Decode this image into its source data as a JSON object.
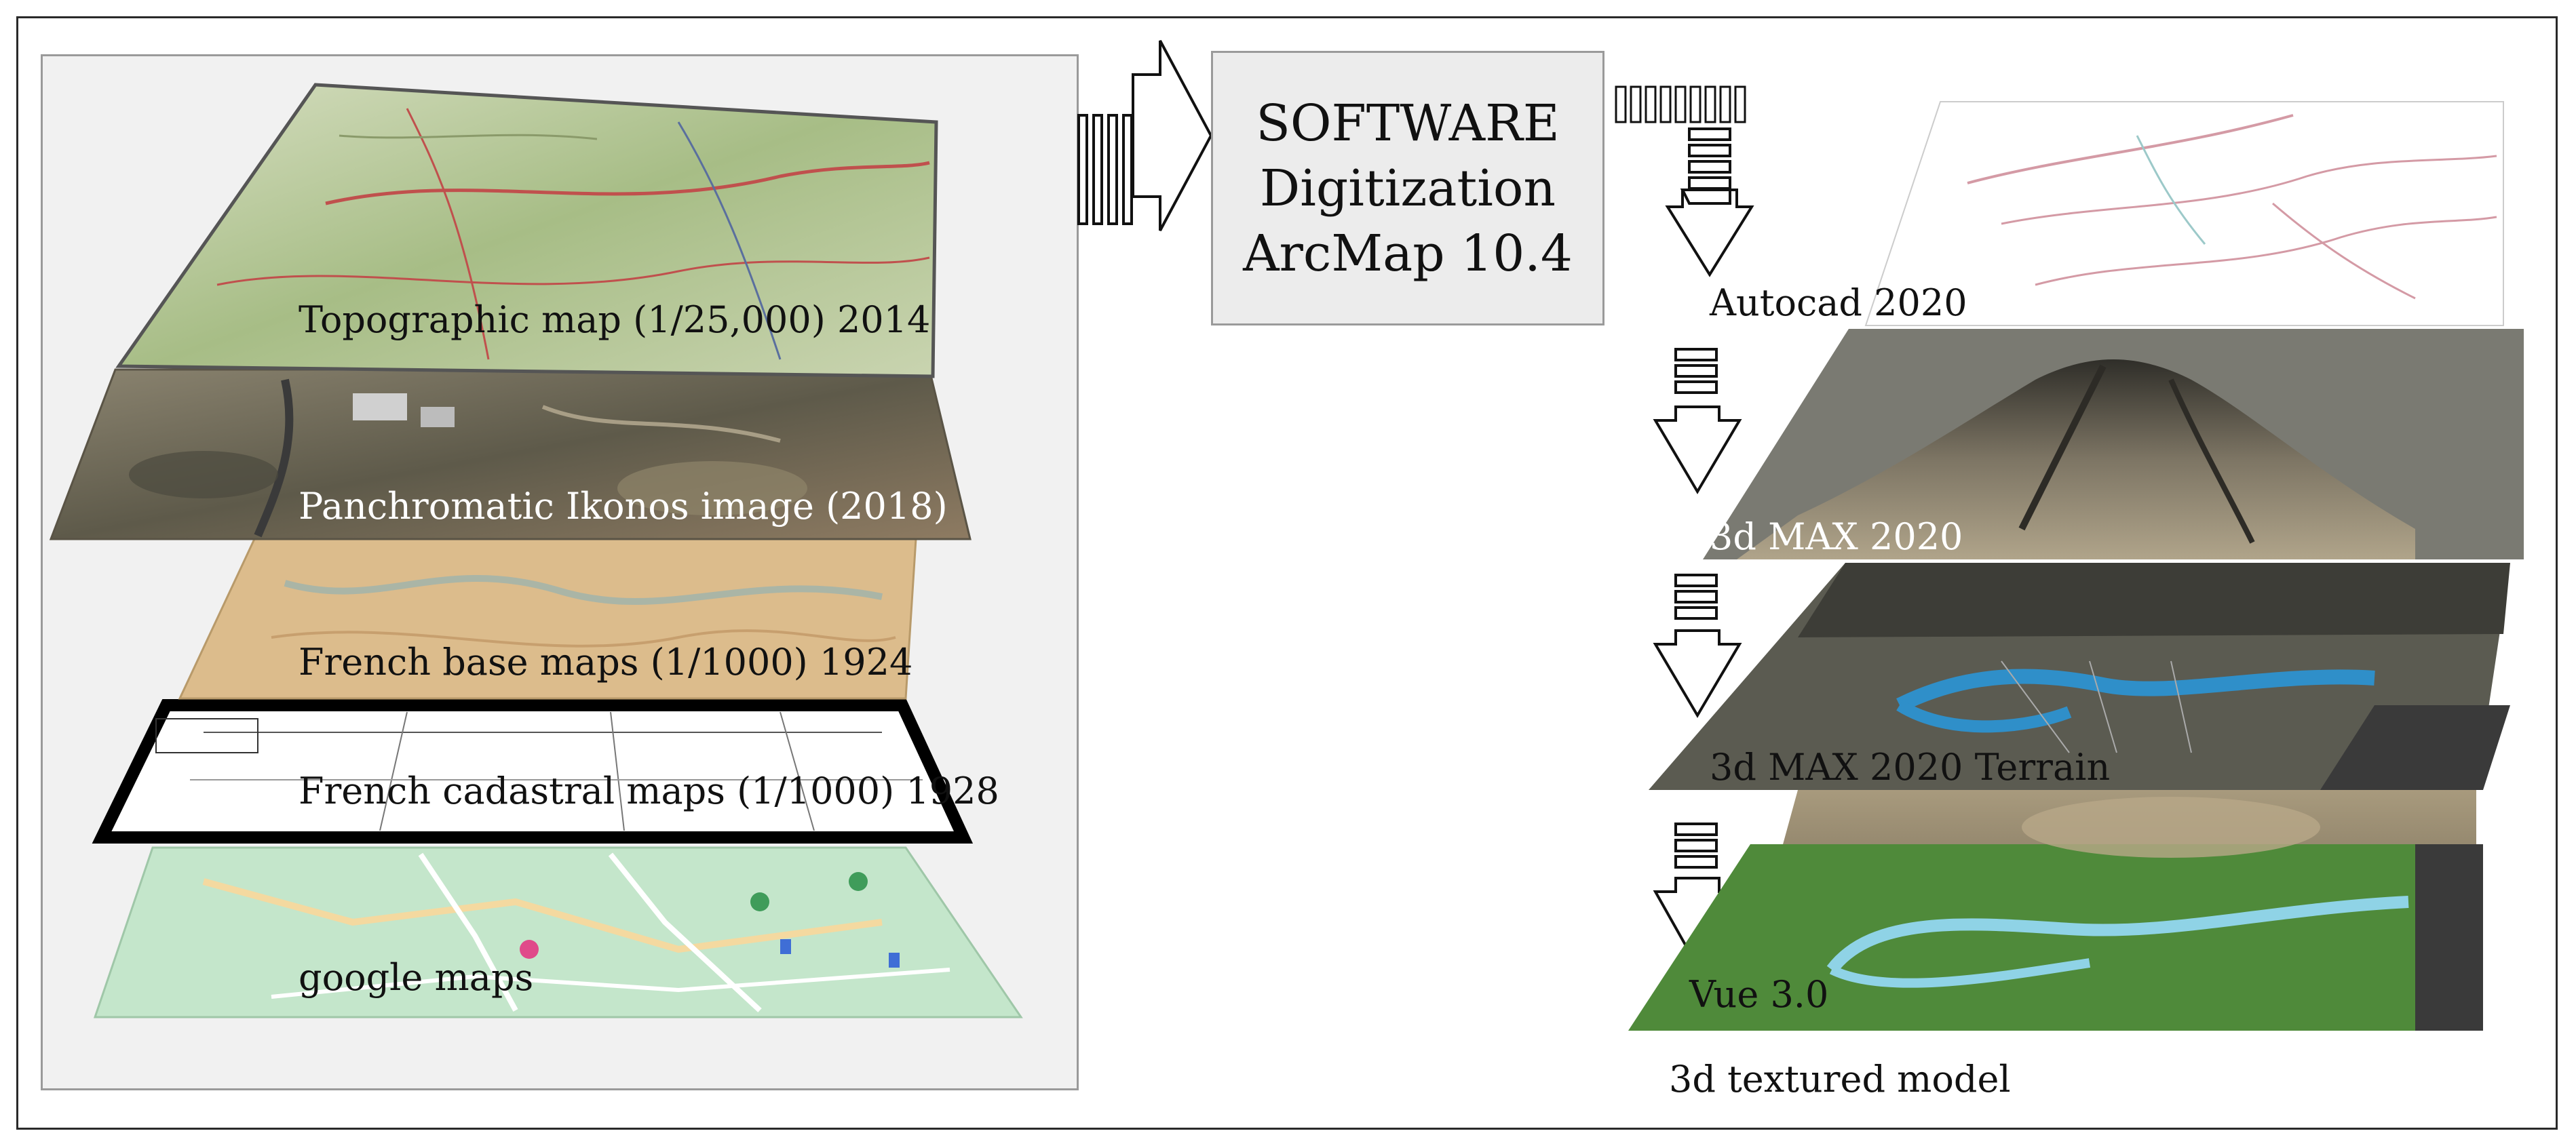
{
  "software": {
    "line1": "SOFTWARE",
    "line2": "Digitization",
    "line3": "ArcMap 10.4"
  },
  "left_layers": {
    "topographic": "Topographic map (1/25,000) 2014",
    "panchromatic": "Panchromatic Ikonos image (2018)",
    "french_base": "French base maps (1/1000) 1924",
    "french_cadastral": "French cadastral maps (1/1000) 1928",
    "google": "google maps"
  },
  "right_layers": {
    "autocad": "Autocad 2020",
    "max": "3d MAX 2020",
    "terrain": "3d MAX 2020 Terrain",
    "vue": "Vue 3.0",
    "textured": "3d textured model"
  },
  "colors": {
    "topo": "#b9c9a3",
    "satellite": "#6e6a5a",
    "parchment": "#d9b98a",
    "cadastral_border": "#000000",
    "google": "#bfe3c6",
    "mountain_dark": "#4e4b41",
    "terrain_grey": "#5a5a4f",
    "river": "#2f8fc9",
    "grass": "#4f8a3a"
  }
}
